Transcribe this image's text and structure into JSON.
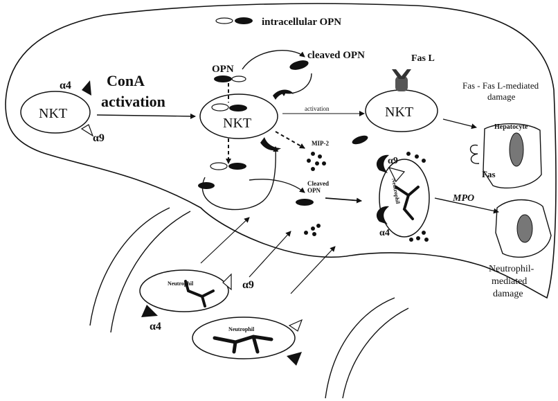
{
  "legend": {
    "label": "intracellular OPN"
  },
  "labels": {
    "alpha4_top": "α4",
    "alpha9_top": "α9",
    "nkt_resting": "NKT",
    "cona": "ConA",
    "activation": "activation",
    "opn": "OPN",
    "cleaved_opn_top": "cleaved OPN",
    "fasl": "Fas L",
    "nkt_center": "NKT",
    "activation_small": "activation",
    "nkt_right": "NKT",
    "fas_damage_line1": "Fas - Fas L-mediated",
    "fas_damage_line2": "damage",
    "hepatocyte": "Hepatocyte",
    "fas": "Fas",
    "mip2": "MIP-2",
    "cleaved_opn_small_1": "Cleaved",
    "cleaved_opn_small_2": "OPN",
    "alpha9_neutro": "α9",
    "alpha4_neutro": "α4",
    "neutrophil_rotated": "Neutrophil",
    "mpo": "MPO",
    "neut_damage_line1": "Neutrophil-",
    "neut_damage_line2": "mediated",
    "neut_damage_line3": "damage",
    "neutrophil_1": "Neutrophil",
    "alpha9_bottom": "α9",
    "alpha4_bottom": "α4",
    "neutrophil_2": "Neutrophil"
  },
  "colors": {
    "ink": "#111111",
    "background": "#ffffff"
  }
}
